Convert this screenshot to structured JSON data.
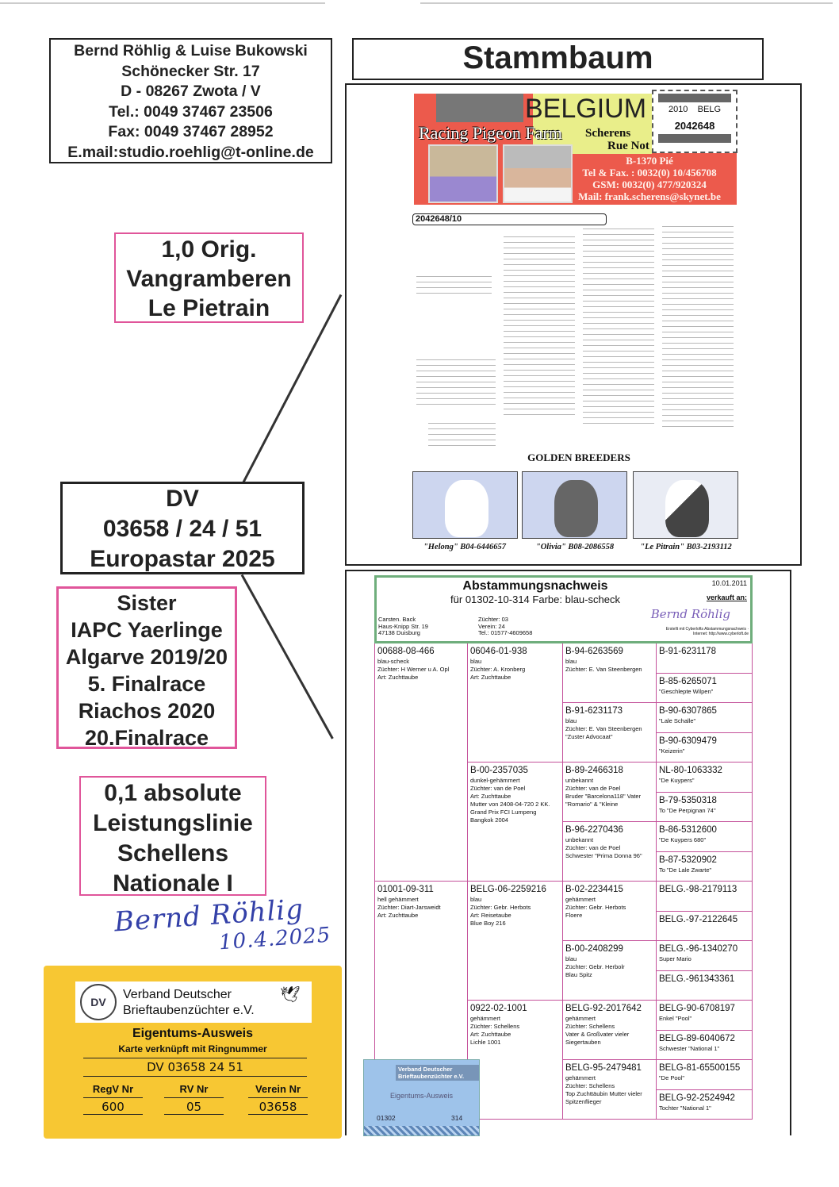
{
  "address": {
    "lines": [
      "Bernd Röhlig & Luise Bukowski",
      "Schönecker Str. 17",
      "D - 08267 Zwota / V",
      "Tel.: 0049 37467 23506",
      "Fax: 0049 37467 28952",
      "E.mail:studio.roehlig@t-online.de"
    ]
  },
  "title": "Stammbaum",
  "father": {
    "lines": [
      "1,0  Orig.",
      "Vangramberen",
      "Le Pietrain"
    ]
  },
  "bird": {
    "lines": [
      "DV",
      "03658 / 24 / 51",
      "Europastar 2025"
    ]
  },
  "sister": {
    "lines": [
      "Sister",
      "IAPC Yaerlinge",
      "Algarve 2019/20",
      "5. Finalrace",
      "Riachos 2020",
      "20.Finalrace"
    ]
  },
  "mother": {
    "lines": [
      "0,1  absolute",
      "Leistungslinie",
      "Schellens",
      "Nationale I"
    ]
  },
  "signature": {
    "name": "Bernd Röhlig",
    "date": "10.4.2025"
  },
  "ownership_card": {
    "org_line1": "Verband Deutscher",
    "org_line2": "Brieftaubenzüchter e.V.",
    "logo": "DV",
    "title": "Eigentums-Ausweis",
    "subtitle": "Karte verknüpft mit Ringnummer",
    "ring": "DV 03658 24 51",
    "fields": [
      {
        "label": "RegV Nr",
        "value": "600"
      },
      {
        "label": "RV Nr",
        "value": "05"
      },
      {
        "label": "Verein Nr",
        "value": "03658"
      }
    ]
  },
  "father_pedigree": {
    "banner": {
      "farm": "Racing Pigeon Farm",
      "country": "BELGIUM",
      "name": "Scherens",
      "street": "Rue Not",
      "city": "B-1370 Pié",
      "tel": "Tel & Fax. : 0032(0) 10/456708",
      "gsm": "GSM: 0032(0) 477/920324",
      "mail": "Mail: frank.scherens@skynet.be"
    },
    "ring_card": {
      "year": "2010",
      "country": "BELG",
      "number": "2042648"
    },
    "pedigree_number": "2042648/10",
    "golden_title": "GOLDEN BREEDERS",
    "golden": [
      {
        "caption": "\"Helong\" B04-6446657"
      },
      {
        "caption": "\"Olivia\" B08-2086558"
      },
      {
        "caption": "\"Le Pitrain\" B03-2193112"
      }
    ]
  },
  "mother_pedigree": {
    "title": "Abstammungsnachweis",
    "subtitle": "für 01302-10-314   Farbe: blau-scheck",
    "date": "10.01.2011",
    "sold_to": "verkauft an:",
    "buyer_signature": "Bernd Röhlig",
    "small_print": "Erstellt mit Cyberlofts Abstammungsnachweis · Internet: http://www.cyberloft.de",
    "breeder_address": [
      "Carsten. Back",
      "Haus-Knipp Str. 19",
      "47138 Duisburg"
    ],
    "breeder_info": [
      "Züchter: 03",
      "Verein: 24",
      "Tel.: 01577-4609658"
    ],
    "generations": [
      [
        {
          "ring": "00688-08-466",
          "lines": [
            "blau-scheck",
            "Züchter: H Werner u A. Opl",
            "Art: Zuchttaube"
          ]
        },
        {
          "ring": "01001-09-311",
          "lines": [
            "hell gehämmert",
            "Züchter: Diart-Jarsweidt",
            "Art: Zuchttaube"
          ]
        }
      ],
      [
        {
          "ring": "06046-01-938",
          "lines": [
            "blau",
            "Züchter: A. Kronberg",
            "Art: Zuchttaube"
          ]
        },
        {
          "ring": "B-00-2357035",
          "lines": [
            "dunkel-gehämmert",
            "Züchter: van de Poel",
            "Art: Zuchttaube",
            "Mutter von 2408-04-720 2 KK. Grand Prix FCI Lumpeng Bangkok 2004"
          ]
        },
        {
          "ring": "BELG-06-2259216",
          "lines": [
            "blau",
            "Züchter: Gebr. Herbots",
            "Art: Reisetaube",
            "Blue Boy 216"
          ]
        },
        {
          "ring": "0922-02-1001",
          "lines": [
            "gehämmert",
            "Züchter: Schellens",
            "Art: Zuchttaube",
            "Lichle 1001"
          ]
        }
      ],
      [
        {
          "ring": "B-94-6263569",
          "lines": [
            "blau",
            "Züchter: E. Van Steenbergen"
          ]
        },
        {
          "ring": "B-91-6231173",
          "lines": [
            "blau",
            "Züchter: E. Van Steenbergen",
            "\"Zuster Advocaat\""
          ]
        },
        {
          "ring": "B-89-2466318",
          "lines": [
            "unbekannt",
            "Züchter: van de Poel",
            "Bruder \"Barcelona118\" Vater \"Romario\" & \"Kleine"
          ]
        },
        {
          "ring": "B-96-2270436",
          "lines": [
            "unbekannt",
            "Züchter: van de Poel",
            "Schwester \"Prima Donna 96\""
          ]
        },
        {
          "ring": "B-02-2234415",
          "lines": [
            "gehämmert",
            "Züchter: Gebr. Herbots",
            "Floere"
          ]
        },
        {
          "ring": "B-00-2408299",
          "lines": [
            "blau",
            "Züchter: Gebr. Herbolr",
            "Blau Spitz"
          ]
        },
        {
          "ring": "BELG-92-2017642",
          "lines": [
            "gehämmert",
            "Züchter: Schellens",
            "Vater & Großvater vieler Siegertauben"
          ]
        },
        {
          "ring": "BELG-95-2479481",
          "lines": [
            "gehämmert",
            "Züchter: Schellens",
            "Top Zuchttäubin Mutter vieler Spitzenflieger"
          ]
        }
      ],
      [
        {
          "ring": "B-91-6231178",
          "lines": []
        },
        {
          "ring": "B-85-6265071",
          "lines": [
            "\"Geschlepte Wilpen\""
          ]
        },
        {
          "ring": "B-90-6307865",
          "lines": [
            "\"Lale Schalle\""
          ]
        },
        {
          "ring": "B-90-6309479",
          "lines": [
            "\"Keizerin\""
          ]
        },
        {
          "ring": "NL-80-1063332",
          "lines": [
            "\"De Kuypers\""
          ]
        },
        {
          "ring": "B-79-5350318",
          "lines": [
            "To \"De Perpignan 74\""
          ]
        },
        {
          "ring": "B-86-5312600",
          "lines": [
            "\"De Kuypers 680\""
          ]
        },
        {
          "ring": "B-87-5320902",
          "lines": [
            "To \"De Lale Zwarte\""
          ]
        },
        {
          "ring": "BELG.-98-2179113",
          "lines": []
        },
        {
          "ring": "BELG.-97-2122645",
          "lines": []
        },
        {
          "ring": "BELG.-96-1340270",
          "lines": [
            "Super Mario"
          ]
        },
        {
          "ring": "BELG.-961343361",
          "lines": []
        },
        {
          "ring": "BELG-90-6708197",
          "lines": [
            "Enkel \"Pool\""
          ]
        },
        {
          "ring": "BELG-89-6040672",
          "lines": [
            "Schwester \"National 1\""
          ]
        },
        {
          "ring": "BELG-81-65500155",
          "lines": [
            "\"De Pool\""
          ]
        },
        {
          "ring": "BELG-92-2524942",
          "lines": [
            "Tochter \"National 1\""
          ]
        }
      ]
    ]
  },
  "blue_card": {
    "org": "Verband Deutscher Brieftaubenzüchter e.V.",
    "title": "Eigentums-Ausweis",
    "club": "01302",
    "ring": "314"
  }
}
